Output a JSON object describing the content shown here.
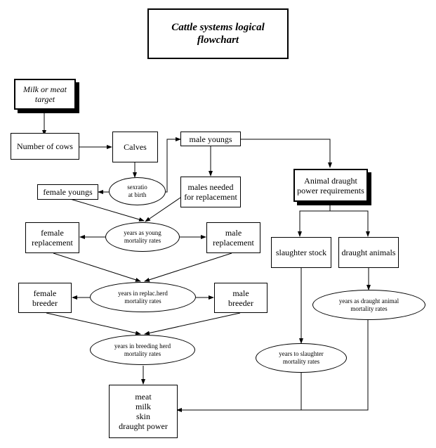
{
  "title": "Cattle systems logical\nflowchart",
  "nodes": {
    "milk_target": "Milk or meat\ntarget",
    "number_of_cows": "Number of cows",
    "calves": "Calves",
    "male_youngs": "male youngs",
    "sex_ratio": "sexratio\nat birth",
    "female_youngs": "female youngs",
    "males_needed": "males needed\nfor replacement",
    "animal_draught": "Animal draught\npower requirements",
    "years_young": "years as young\nmortality rates",
    "female_replacement": "female\nreplacement",
    "male_replacement": "male\nreplacement",
    "slaughter_stock": "slaughter stock",
    "draught_animals": "draught animals",
    "years_replac": "years in replac.herd\nmortality rates",
    "female_breeder": "female\nbreeder",
    "male_breeder": "male\nbreeder",
    "years_draught": "years as draught animal\nmortality rates",
    "years_breeding": "years in breeding herd\nmortality rates",
    "years_slaughter": "years to slaughter\nmortality rates",
    "outputs": "meat\nmilk\nskin\ndraught power"
  }
}
